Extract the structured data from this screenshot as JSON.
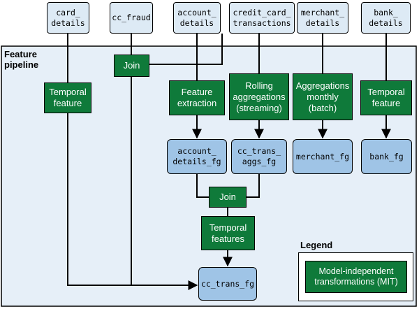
{
  "pipeline_label": "Feature\npipeline",
  "sources": {
    "card_details": "card_\ndetails",
    "cc_fraud": "cc_fraud",
    "account_details": "account_\ndetails",
    "credit_card_transactions": "credit_card_\ntransactions",
    "merchant_details": "merchant_\ndetails",
    "bank_details": "bank_\ndetails"
  },
  "transformations": {
    "join_top": "Join",
    "temporal_feature_card": "Temporal\nfeature",
    "feature_extraction": "Feature\nextraction",
    "rolling_aggregations": "Rolling\naggregations\n(streaming)",
    "aggregations_monthly": "Aggregations\nmonthly\n(batch)",
    "temporal_feature_bank": "Temporal\nfeature",
    "join_bottom": "Join",
    "temporal_features": "Temporal\nfeatures"
  },
  "feature_groups": {
    "account_details_fg": "account_\ndetails_fg",
    "cc_trans_aggs_fg": "cc_trans_\naggs_fg",
    "merchant_fg": "merchant_fg",
    "bank_fg": "bank_fg",
    "cc_trans_fg": "cc_trans_fg"
  },
  "legend": {
    "title": "Legend",
    "mit_label": "Model-independent\ntransformations (MIT)"
  },
  "colors": {
    "pipeline_bg": "#e6eff8",
    "source_bg": "#ddeaf5",
    "feature_group_bg": "#9fc4e6",
    "transformation_bg": "#0f7a3a"
  }
}
